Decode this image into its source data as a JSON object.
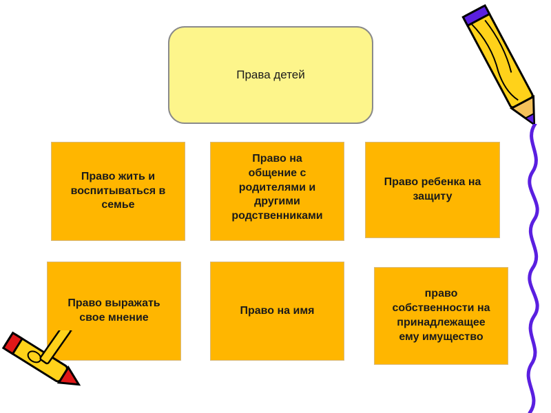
{
  "diagram": {
    "title": "Права детей",
    "boxes": [
      {
        "id": "b1",
        "text": "Право жить и\nвоспитываться в\nсемье"
      },
      {
        "id": "b2",
        "text": "Право на\nобщение с\nродителями и\nдругими\nродственниками"
      },
      {
        "id": "b3",
        "text": "Право ребенка на\nзащиту"
      },
      {
        "id": "b4",
        "text": "Право выражать\nсвое мнение"
      },
      {
        "id": "b5",
        "text": "Право на имя"
      },
      {
        "id": "b6",
        "text": "право\nсобственности на\nпринадлежащее\nему имущество"
      }
    ]
  },
  "colors": {
    "title_fill": "#fdf58b",
    "box_fill": "#ffb600",
    "decor_purple": "#5a1fe0",
    "pencil_yellow": "#ffd21a",
    "crayon_red": "#e01818"
  },
  "decorations": [
    "pencil-top-right",
    "squiggle-line-right",
    "crayons-bottom-left"
  ]
}
